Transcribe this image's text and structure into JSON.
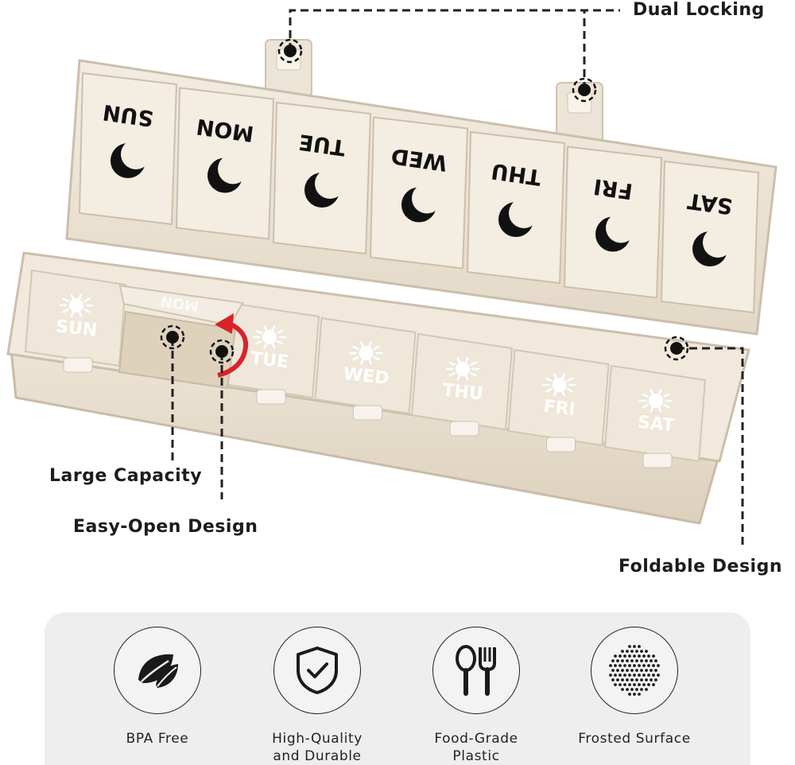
{
  "product": {
    "lid_days": [
      "SUN",
      "MON",
      "TUE",
      "WED",
      "THU",
      "FRI",
      "SAT"
    ],
    "base_days": [
      "SUN",
      "TUE",
      "WED",
      "THU",
      "FRI",
      "SAT"
    ],
    "open_lid_day": "MON",
    "lid_icon": "moon-icon",
    "base_icon": "sun-icon",
    "colors": {
      "case": "#ece3d4",
      "compartment": "#f4ede2",
      "arrow": "#d8232a",
      "text_dark": "#111111",
      "text_light": "#ffffff"
    }
  },
  "callouts": {
    "dual_locking": "Dual Locking",
    "large_capacity": "Large Capacity",
    "easy_open": "Easy-Open Design",
    "foldable": "Foldable Design"
  },
  "features": [
    {
      "icon": "leaf-icon",
      "label": "BPA Free"
    },
    {
      "icon": "shield-check-icon",
      "label": "High-Quality\nand Durable"
    },
    {
      "icon": "utensils-icon",
      "label": "Food-Grade\nPlastic"
    },
    {
      "icon": "dot-texture-icon",
      "label": "Frosted Surface"
    }
  ]
}
